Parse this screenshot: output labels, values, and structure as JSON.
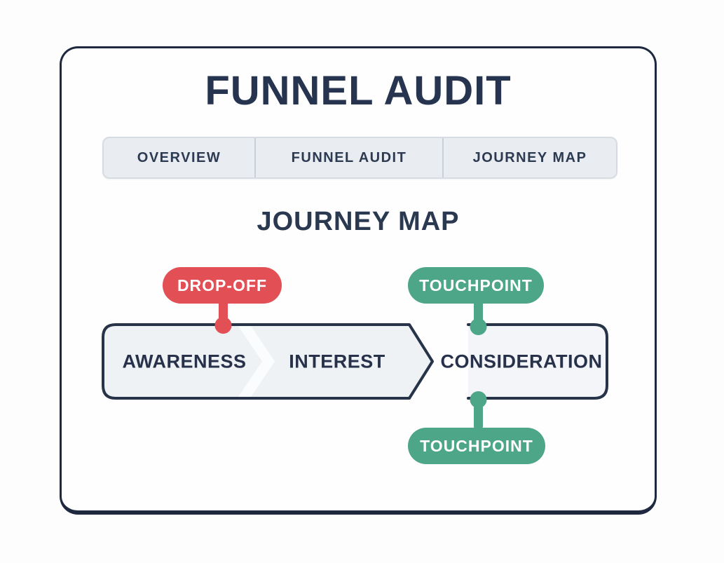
{
  "page": {
    "title": "FUNNEL AUDIT"
  },
  "tabs": [
    {
      "label": "OVERVIEW"
    },
    {
      "label": "FUNNEL AUDIT"
    },
    {
      "label": "JOURNEY MAP"
    }
  ],
  "journey_map": {
    "heading": "JOURNEY MAP",
    "stages": [
      {
        "label": "AWARENESS"
      },
      {
        "label": "INTEREST"
      },
      {
        "label": "CONSIDERATION"
      }
    ],
    "annotations": {
      "drop_off": {
        "label": "DROP-OFF",
        "color": "#e24f55",
        "position": "above bar, between awareness and interest"
      },
      "touchpoint_top": {
        "label": "TOUCHPOINT",
        "color": "#4da687",
        "position": "above consideration box"
      },
      "touchpoint_bottom": {
        "label": "TOUCHPOINT",
        "color": "#4da687",
        "position": "below consideration box"
      }
    }
  },
  "colors": {
    "navy_text": "#263450",
    "card_border": "#1e2940",
    "bar_outline": "#273348",
    "bar_fill": "#eff2f5",
    "tab_background": "#e9ecf1",
    "red": "#e24f55",
    "green": "#4da687"
  }
}
